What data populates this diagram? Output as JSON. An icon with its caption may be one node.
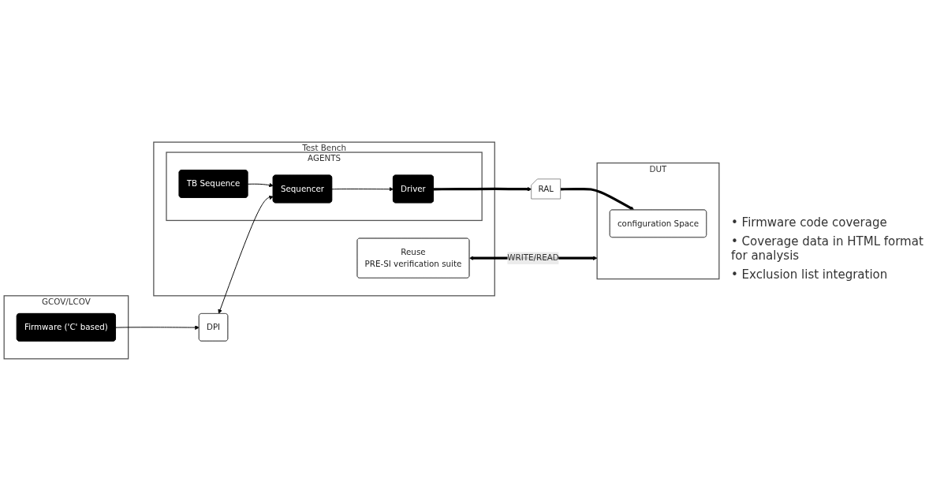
{
  "diagram": {
    "nodes": [
      {
        "text": [
          "Test Bench"
        ]
      },
      {
        "text": [
          "AGENTS"
        ],
        "in": 0
      },
      {
        "text": [
          "TB Sequence"
        ],
        "in": 1
      },
      {
        "text": [
          "Sequencer"
        ],
        "in": 1
      },
      {
        "text": [
          "Driver"
        ],
        "in": 1
      },
      {
        "text": [
          "Reuse",
          "PRE-SI verification suite"
        ],
        "in": 0
      },
      {
        "text": [
          "DPI"
        ]
      },
      {
        "text": [
          "GCOV/LCOV"
        ]
      },
      {
        "text": [
          "Firmware ('C' based)"
        ],
        "in": 7
      },
      {
        "text": [
          "RAL"
        ]
      },
      {
        "text": [
          "DUT"
        ]
      },
      {
        "text": [
          "configuration Space"
        ],
        "in": 10
      }
    ],
    "edges": [
      {
        "from": 2,
        "to": 3,
        "arrow": "to"
      },
      {
        "from": 3,
        "to": 4,
        "arrow": "to"
      },
      {
        "from": 4,
        "to": 9,
        "arrow": "to",
        "style": "thick"
      },
      {
        "from": 9,
        "to": 11,
        "arrow": "to",
        "style": "thick"
      },
      {
        "from": 6,
        "to": 3,
        "arrow": "both"
      },
      {
        "from": 8,
        "to": 6,
        "arrow": "to"
      },
      {
        "from": 5,
        "to": 10,
        "arrow": "both",
        "style": "thick",
        "label": "WRITE/READ"
      }
    ],
    "labels": [
      "• Firmware code coverage",
      "• Coverage data in HTML format for analysis",
      "• Exclusion list integration"
    ]
  }
}
